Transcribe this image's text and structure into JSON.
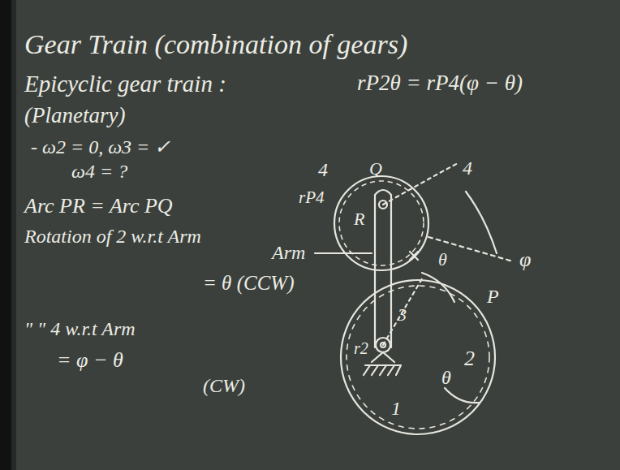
{
  "diagram": {
    "title": "Gear Train (combination of gears)",
    "labels": [
      "Epicyclic gear train :",
      "rP2θ = rP4(φ − θ)",
      "(Planetary)",
      "- ω2 = 0, ω3 = ✓",
      "ω4 = ?",
      "Arc PR = Arc PQ",
      "Rotation of 2 w.r.t Arm",
      "= θ (CCW)",
      "\" \" 4 w.r.t Arm",
      "= φ − θ",
      "(CW)",
      "4",
      "Q",
      "4",
      "rP4",
      "R",
      "Arm",
      "θ",
      "φ",
      "P",
      "3",
      "r2",
      "1",
      "2",
      "θ"
    ]
  }
}
